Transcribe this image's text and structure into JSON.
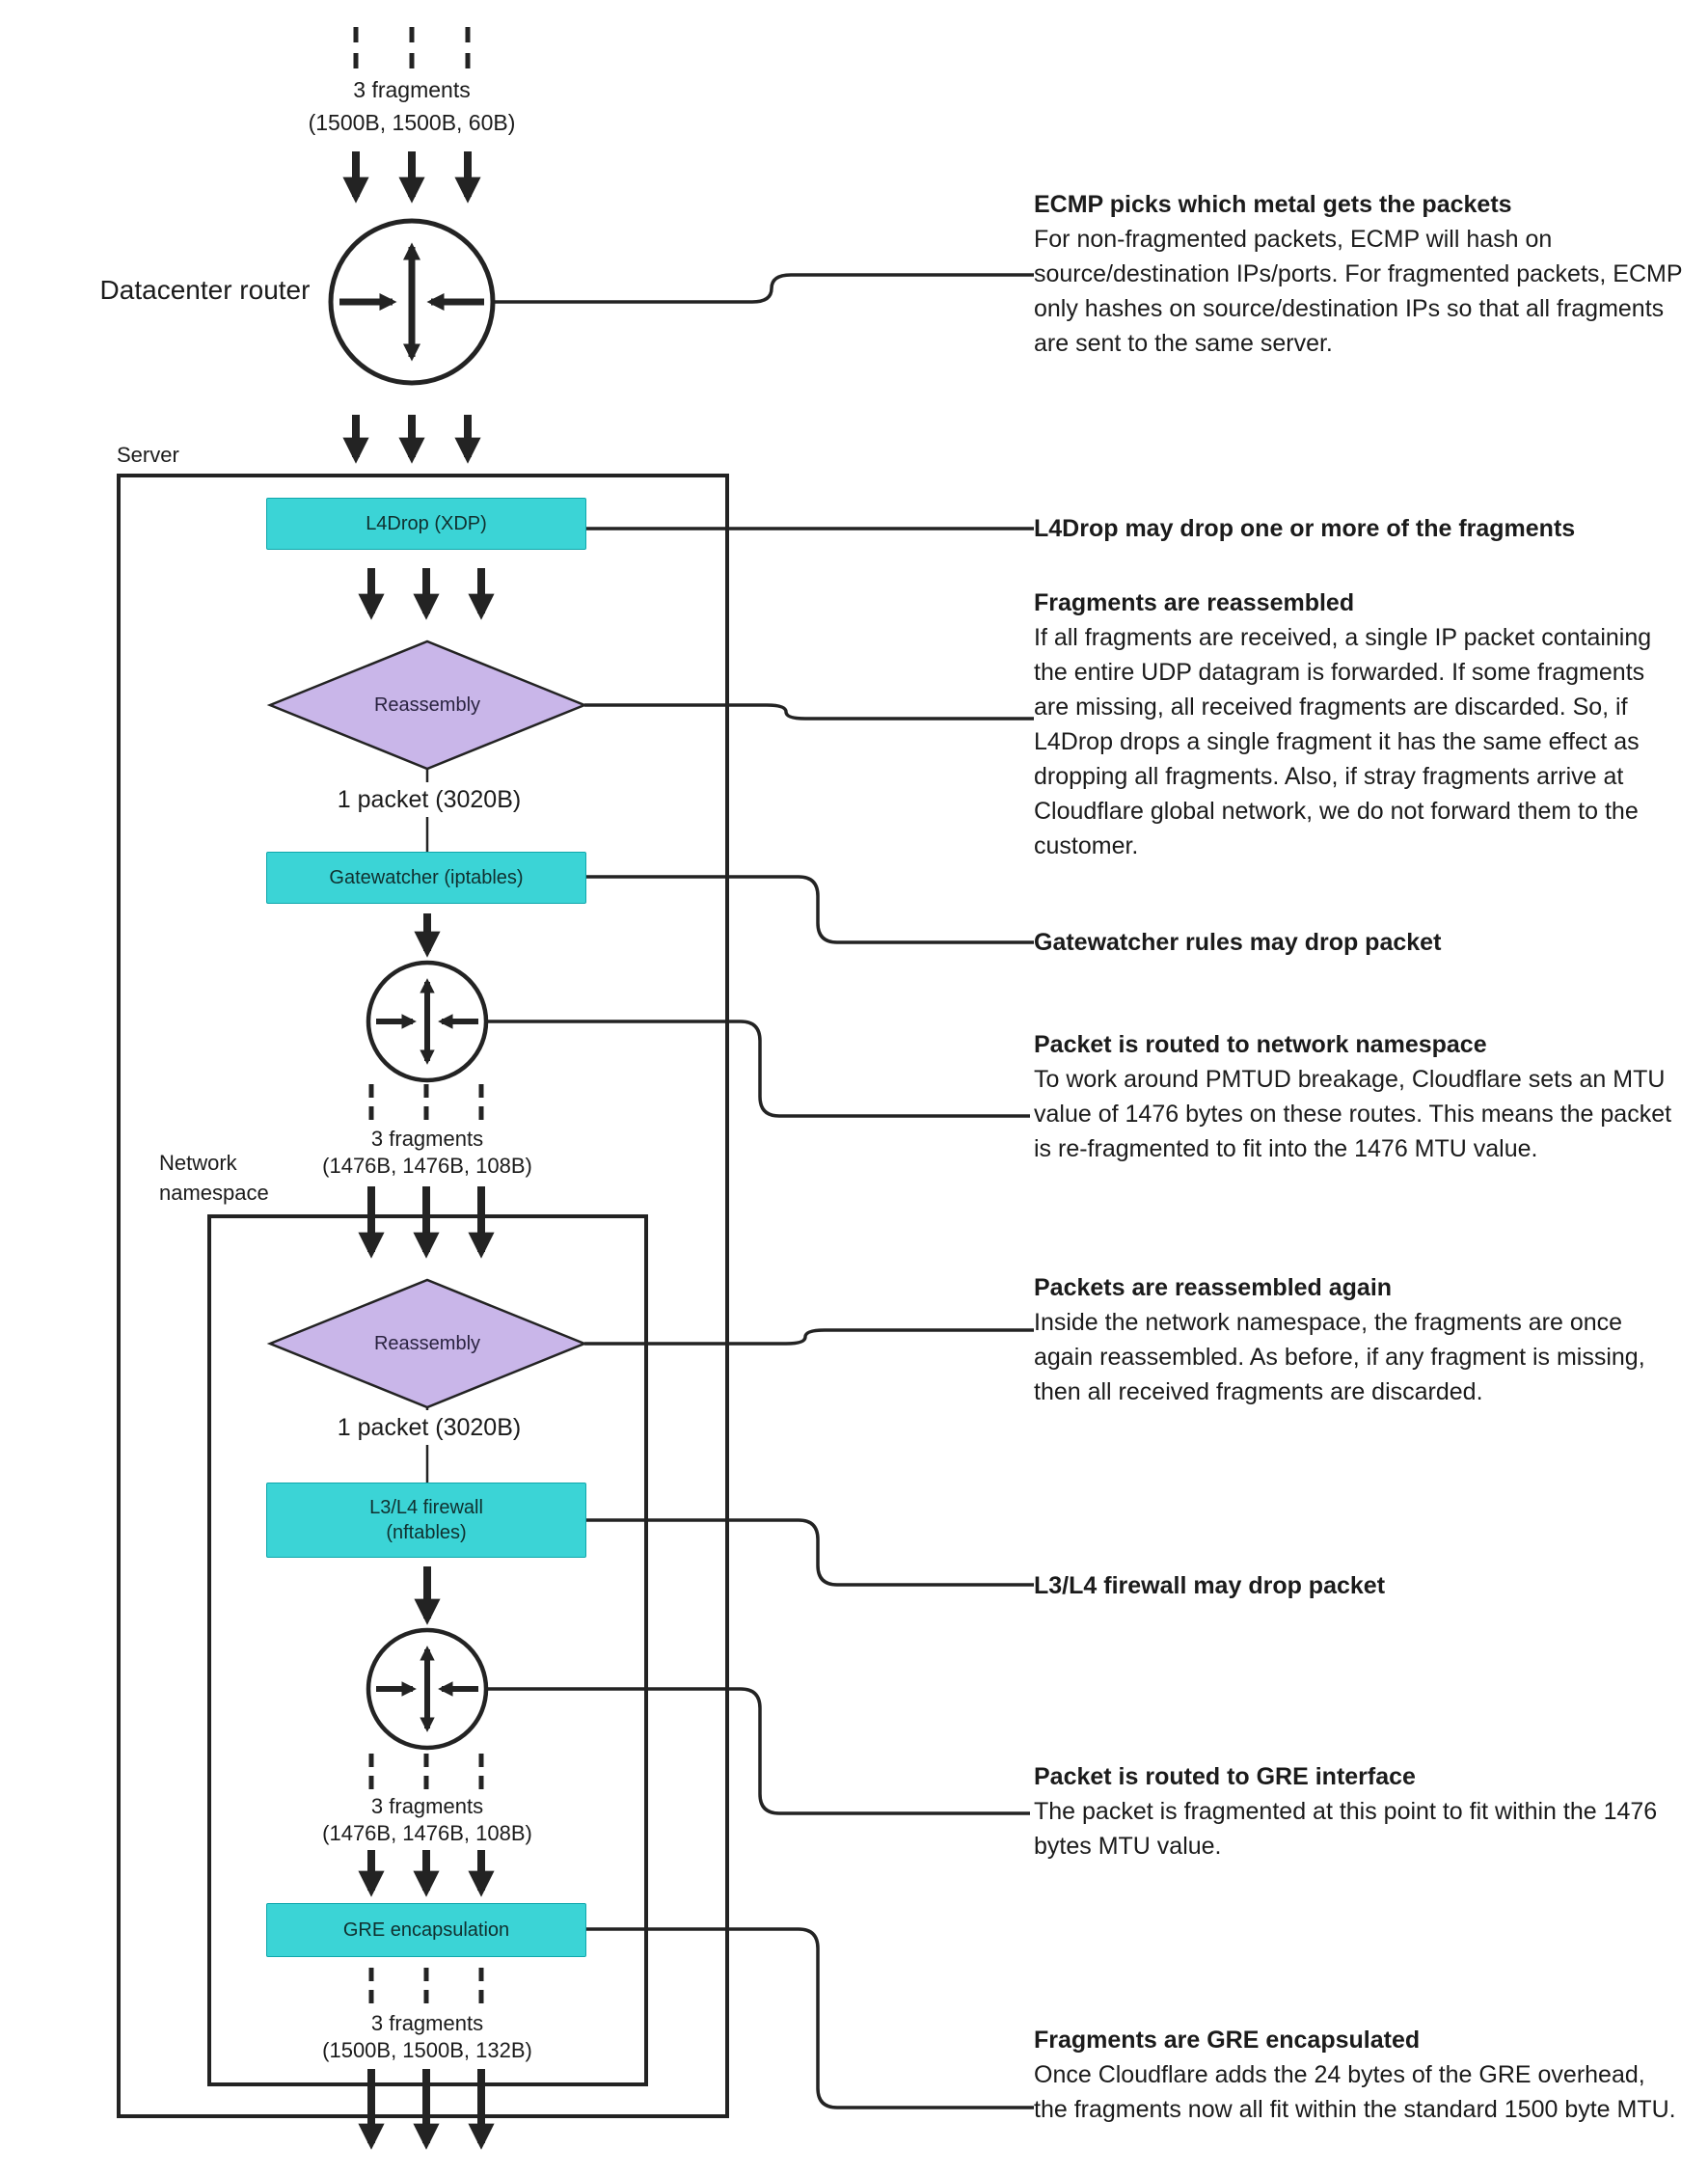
{
  "colors": {
    "node_fill": "#3bd4d6",
    "diamond_fill": "#c9b6e9",
    "ink": "#232323"
  },
  "top_fragments": {
    "count": "3 fragments",
    "sizes": "(1500B, 1500B, 60B)"
  },
  "datacenter_router": {
    "label": "Datacenter router"
  },
  "server_box": {
    "label": "Server"
  },
  "namespace_box": {
    "label": "Network namespace"
  },
  "nodes": {
    "l4drop": {
      "label": "L4Drop (XDP)"
    },
    "reassembly_1": {
      "label": "Reassembly"
    },
    "packet_1": {
      "label": "1 packet (3020B)"
    },
    "gatewatcher": {
      "label": "Gatewatcher (iptables)"
    },
    "fragments_ns_in": {
      "count": "3 fragments",
      "sizes": "(1476B, 1476B, 108B)"
    },
    "reassembly_2": {
      "label": "Reassembly"
    },
    "packet_2": {
      "label": "1 packet (3020B)"
    },
    "firewall": {
      "label_line1": "L3/L4 firewall",
      "label_line2": "(nftables)"
    },
    "fragments_gre_in": {
      "count": "3 fragments",
      "sizes": "(1476B, 1476B, 108B)"
    },
    "gre": {
      "label": "GRE encapsulation"
    },
    "fragments_out": {
      "count": "3 fragments",
      "sizes": "(1500B, 1500B, 132B)"
    }
  },
  "annotations": [
    {
      "title": "ECMP picks which metal gets the packets",
      "body": "For non-fragmented packets, ECMP will hash on source/destination IPs/ports. For fragmented packets, ECMP only hashes on source/destination IPs so that all fragments are sent to the same server."
    },
    {
      "title": "L4Drop may drop one or more of the fragments",
      "body": ""
    },
    {
      "title": "Fragments are reassembled",
      "body": "If all fragments are received, a single IP packet containing the entire UDP datagram is forwarded. If some fragments are missing, all received fragments are discarded. So, if L4Drop drops a single fragment it has the same effect as dropping all fragments. Also, if stray fragments arrive at Cloudflare global network, we do not forward them to the customer."
    },
    {
      "title": "Gatewatcher rules may drop packet",
      "body": ""
    },
    {
      "title": "Packet is routed to network namespace",
      "body": "To work around PMTUD breakage, Cloudflare sets an MTU value of 1476 bytes on these routes. This means the packet is re-fragmented to fit into the 1476 MTU value."
    },
    {
      "title": "Packets are reassembled again",
      "body": "Inside the network namespace, the fragments are once again reassembled. As before, if any fragment is missing, then all received fragments are discarded."
    },
    {
      "title": "L3/L4 firewall may drop packet",
      "body": ""
    },
    {
      "title": "Packet is routed to GRE interface",
      "body": "The packet is fragmented at this point to fit within the 1476 bytes MTU value."
    },
    {
      "title": "Fragments are GRE encapsulated",
      "body": "Once Cloudflare adds the 24 bytes of the GRE overhead, the fragments now all fit within the standard 1500 byte MTU."
    }
  ]
}
